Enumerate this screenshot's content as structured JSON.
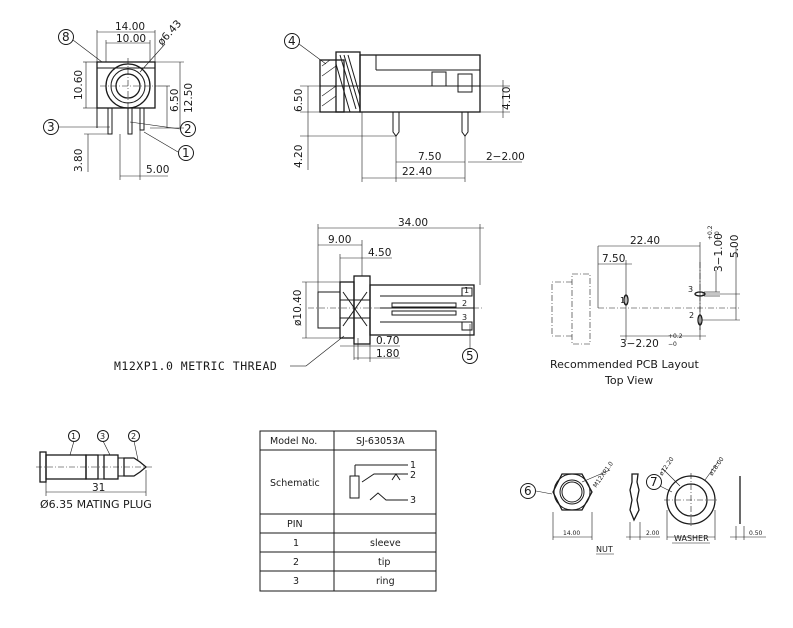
{
  "front_view": {
    "dim_width": "14.00",
    "dim_inner": "10.00",
    "dim_diameter": "ø6.43",
    "dim_height": "10.60",
    "dim_total_height": "12.50",
    "dim_center": "6.50",
    "dim_pin_length": "3.80",
    "dim_pin_pitch": "5.00",
    "balloon_8": "8",
    "balloon_3": "3",
    "balloon_2": "2",
    "balloon_1": "1"
  },
  "side_view": {
    "dim_body_height": "6.50",
    "dim_pin_down": "4.20",
    "dim_top": "4.10",
    "dim_pin_spacing": "7.50",
    "dim_pins": "2−2.00",
    "dim_length": "22.40",
    "balloon_4": "4"
  },
  "top_view": {
    "dim_total": "34.00",
    "dim_thread_len": "9.00",
    "dim_nut_len": "4.50",
    "dim_diameter": "ø10.40",
    "dim_070": "0.70",
    "dim_180": "1.80",
    "pin_1": "1",
    "pin_2": "2",
    "pin_3": "3",
    "balloon_5": "5",
    "thread_label": "M12XP1.0  METRIC THREAD"
  },
  "pcb": {
    "dim_span": "22.40",
    "dim_offset": "7.50",
    "dim_slot": "3−1.00",
    "dim_slot_tol_top": "+0.2",
    "dim_slot_tol_bottom": "−0",
    "dim_height": "5.00",
    "dim_holes": "3−2.20",
    "dim_holes_tol_top": "+0.2",
    "dim_holes_tol_bottom": "−0",
    "pin_1": "1",
    "pin_2": "2",
    "pin_3": "3",
    "caption_line1": "Recommended PCB Layout",
    "caption_line2": "Top View"
  },
  "plug": {
    "balloon_1": "1",
    "balloon_3": "3",
    "balloon_2": "2",
    "dim_length": "31",
    "caption": "Ø6.35 MATING PLUG"
  },
  "table": {
    "header_model_label": "Model No.",
    "header_model_value": "SJ-63053A",
    "schematic_label": "Schematic",
    "schematic_pin_1": "1",
    "schematic_pin_2": "2",
    "schematic_pin_3": "3",
    "pin_header": "PIN",
    "rows": [
      {
        "pin": "1",
        "name": "sleeve"
      },
      {
        "pin": "2",
        "name": "tip"
      },
      {
        "pin": "3",
        "name": "ring"
      }
    ]
  },
  "accessories": {
    "balloon_6": "6",
    "balloon_7": "7",
    "nut_thread": "M12XP1.0",
    "nut_width": "14.00",
    "nut_thickness": "2.00",
    "nut_label": "NUT",
    "washer_inner": "ø12.20",
    "washer_outer": "ø18.00",
    "washer_thickness": "0.50",
    "washer_label": "WASHER"
  }
}
